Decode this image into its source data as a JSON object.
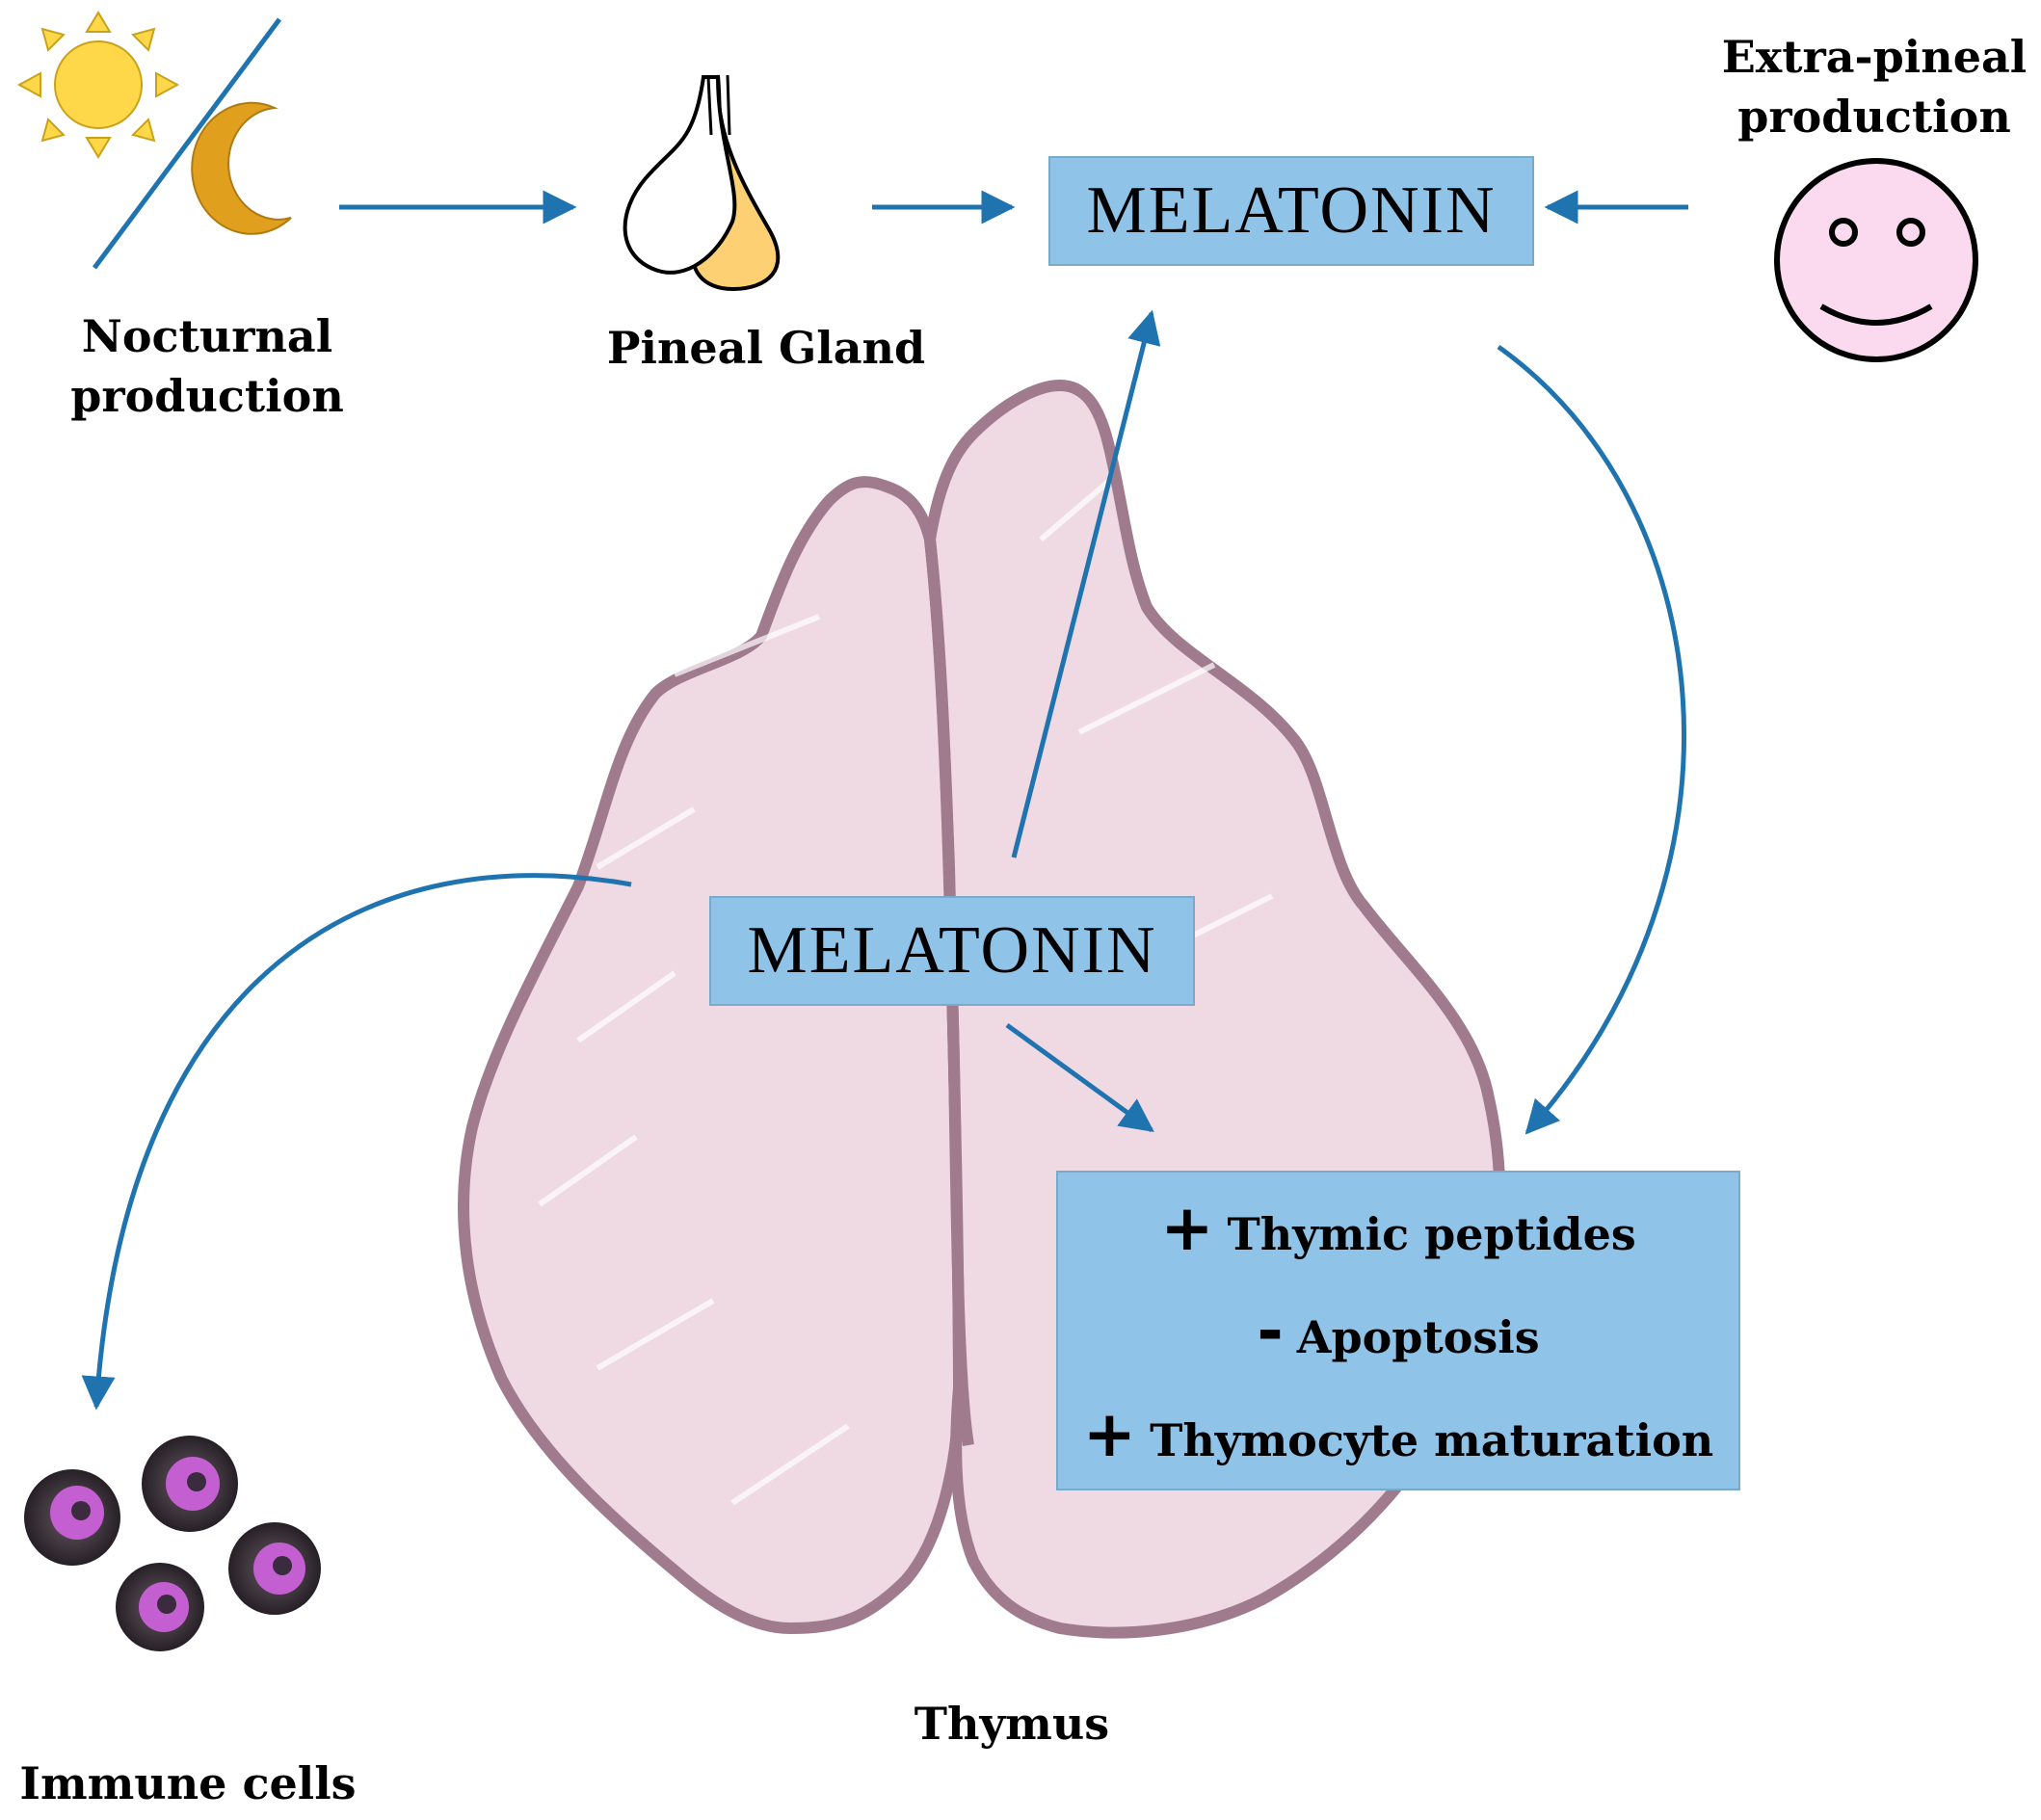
{
  "labels": {
    "nocturnal_line1": "Nocturnal",
    "nocturnal_line2": "production",
    "pineal_gland": "Pineal Gland",
    "extra_pineal_line1": "Extra-pineal",
    "extra_pineal_line2": "production",
    "thymus": "Thymus",
    "immune_cells": "Immune cells"
  },
  "melatonin_top": "MELATONIN",
  "melatonin_thymus": "MELATONIN",
  "effects": [
    {
      "sign": "+",
      "text": "Thymic peptides"
    },
    {
      "sign": "-",
      "text": "Apoptosis"
    },
    {
      "sign": "+",
      "text": "Thymocyte maturation"
    }
  ],
  "colors": {
    "arrow": "#1f74b0",
    "box_fill": "#8fc3e8",
    "thymus_fill": "#efd9e2",
    "thymus_outline": "#a07b8e",
    "sun": "#ffd84a",
    "moon": "#e0a01e",
    "face": "#fbd9ef",
    "cell_nucleus": "#c35fd0"
  }
}
